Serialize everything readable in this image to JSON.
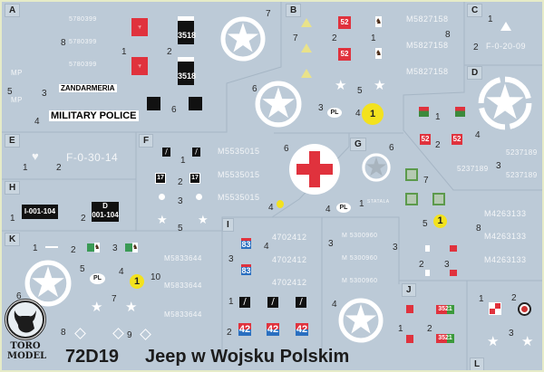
{
  "title": {
    "code": "72D19",
    "name": "Jeep w Wojsku Polskim"
  },
  "logo": {
    "text": "TORO MODEL"
  },
  "colors": {
    "sheet": "#bccad7",
    "red": "#e0323d",
    "yellow": "#f3e21e",
    "green": "#5c9a4c",
    "blue": "#2a6fc0"
  },
  "sections": {
    "A": {
      "label": "A",
      "numbers": [
        "8",
        "1",
        "2",
        "7",
        "5",
        "3",
        "4",
        "6",
        "6"
      ],
      "serial": "5780399",
      "mp": "MP",
      "plate": "3518",
      "zandarmeria": "ZANDARMERIA",
      "military_police": "MILITARY POLICE"
    },
    "B": {
      "label": "B",
      "numbers": [
        "7",
        "2",
        "1",
        "8",
        "5",
        "3",
        "4"
      ],
      "unit_number": "52",
      "serial": "M5827158",
      "pl": "PL",
      "circle_number": "1"
    },
    "C": {
      "label": "C",
      "numbers": [
        "1",
        "2"
      ],
      "registration": "F-0-20-09"
    },
    "D": {
      "label": "D",
      "numbers": [
        "1",
        "4",
        "2",
        "3"
      ],
      "unit_number": "52",
      "serial": "5237189"
    },
    "E": {
      "label": "E",
      "numbers": [
        "1",
        "2"
      ],
      "registration": "F-0-30-14"
    },
    "F": {
      "label": "F",
      "numbers": [
        "1",
        "2",
        "3",
        "5",
        "4",
        "6"
      ],
      "unit_number": "17",
      "serial": "M5535015"
    },
    "G": {
      "label": "G",
      "numbers": [
        "6",
        "7",
        "4",
        "1"
      ],
      "pl": "PL",
      "small_text": "STATALA"
    },
    "H": {
      "label": "H",
      "numbers": [
        "1",
        "2"
      ],
      "plate_1": "I-001-104",
      "plate_2_top": "D",
      "plate_2_bottom": "001-104"
    },
    "K": {
      "label": "K",
      "numbers": [
        "1",
        "2",
        "3",
        "5",
        "4",
        "10",
        "6",
        "7",
        "8",
        "9"
      ],
      "serial": "M5833644",
      "pl": "PL",
      "circle_number": "1"
    },
    "I": {
      "label": "I",
      "numbers": [
        "4",
        "3",
        "1",
        "2",
        "4",
        "3",
        "5",
        "8",
        "3",
        "2",
        "3"
      ],
      "unit_number_83": "83",
      "unit_number_42": "42",
      "serial_1": "4702412",
      "serial_2": "M 5300960",
      "serial_3": "M4263133",
      "circle_number": "1"
    },
    "J": {
      "label": "J",
      "numbers": [
        "1",
        "2"
      ],
      "plate": "3521"
    },
    "L": {
      "label": "L",
      "numbers": [
        "1",
        "2",
        "3"
      ]
    }
  }
}
